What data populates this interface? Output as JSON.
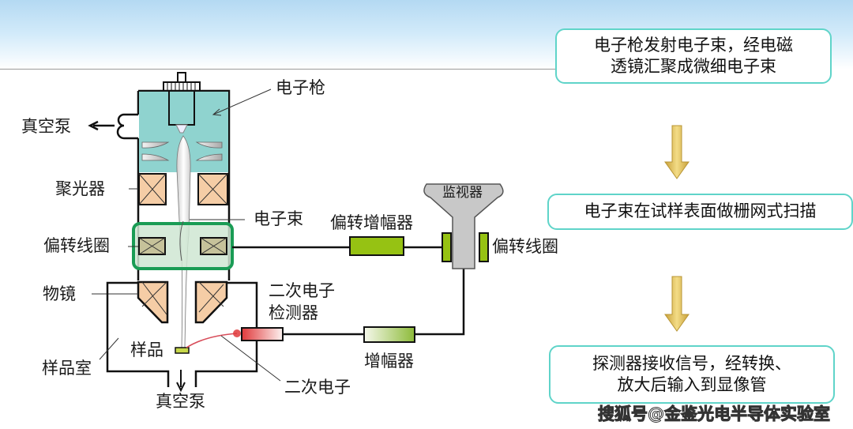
{
  "diagram": {
    "title": "扫描电子显微镜工作原理",
    "labels": {
      "vacuum_pump_left": "真空泵",
      "electron_gun": "电子枪",
      "condenser": "聚光器",
      "electron_beam": "电子束",
      "deflection_coil_left": "偏转线圈",
      "deflection_amplifier": "偏转增幅器",
      "monitor": "监视器",
      "deflection_coil_right": "偏转线圈",
      "objective_lens": "物镜",
      "secondary_electron_detector_line1": "二次电子",
      "secondary_electron_detector_line2": "检测器",
      "sample": "样品",
      "sample_chamber": "样品室",
      "amplifier": "增幅器",
      "secondary_electron": "二次电子",
      "vacuum_pump_bottom": "真空泵"
    },
    "colors": {
      "gun_chamber": "#8fd3cf",
      "coil": "#f5cda6",
      "deflection_highlight": "#1a9c55",
      "amplifier_green": "#96c213",
      "detector_red": "#e0393b",
      "monitor_gray": "#c8c8c8",
      "box_border": "#5fd4c9",
      "arrow_gold": "#e2c15a"
    }
  },
  "process": {
    "steps": [
      {
        "line1": "电子枪发射电子束，经电磁",
        "line2": "透镜汇聚成微细电子束"
      },
      {
        "line1": "电子束在试样表面做栅网式扫描",
        "line2": ""
      },
      {
        "line1": "探测器接收信号，经转换、",
        "line2": "放大后输入到显像管"
      }
    ]
  },
  "watermark": "搜狐号@金鉴光电半导体实验室"
}
